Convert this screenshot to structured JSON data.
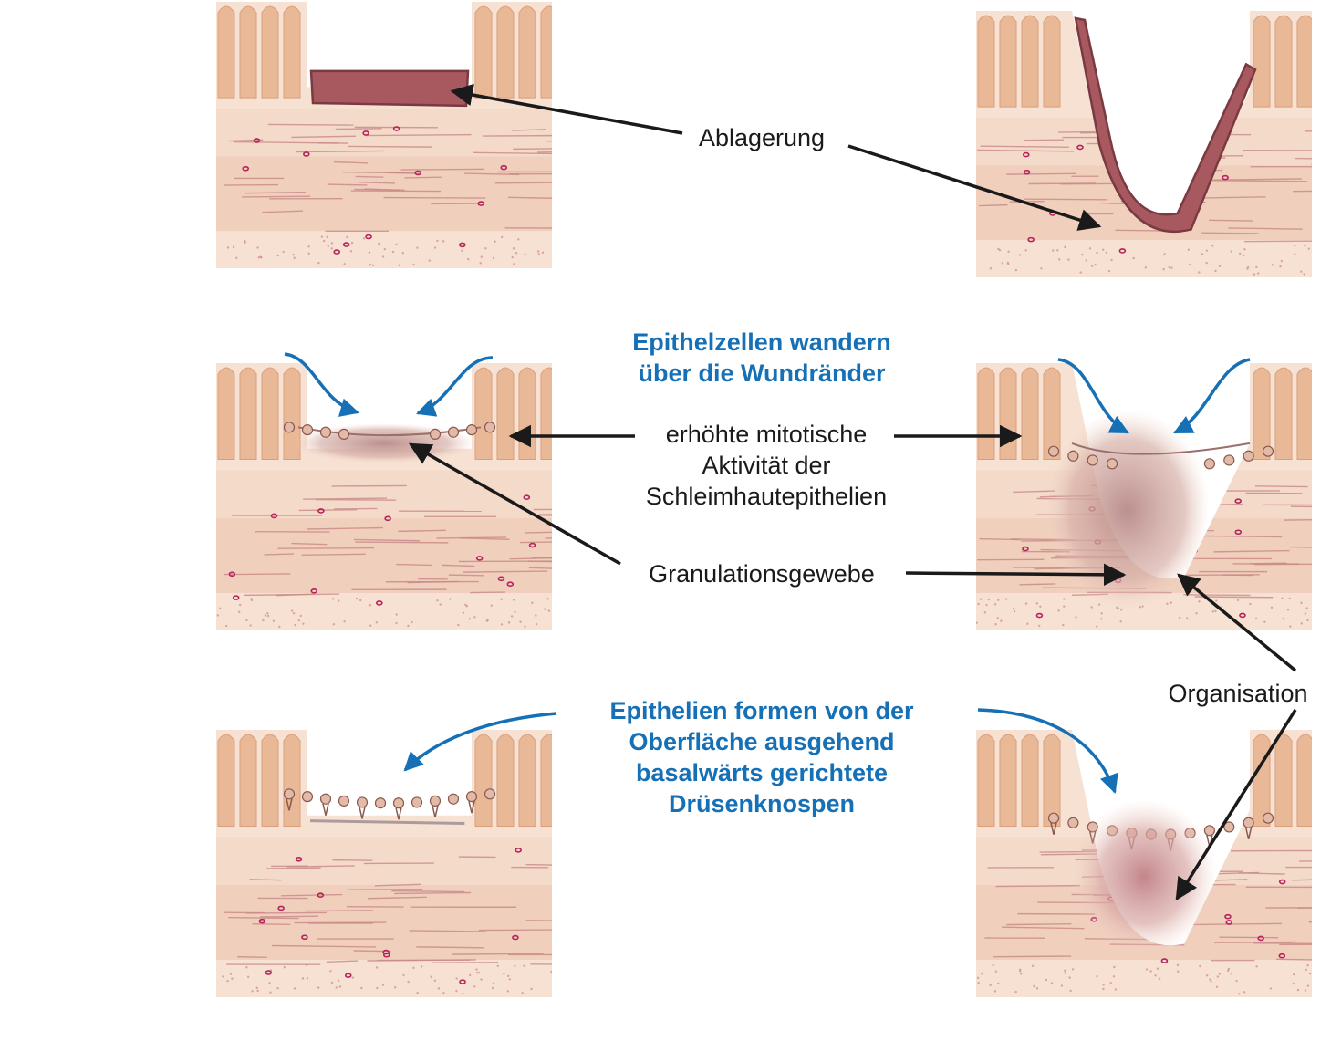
{
  "labels": {
    "deposit": "Ablagerung",
    "epithelial_migration": [
      "Epithelzellen wandern",
      "über die Wundränder"
    ],
    "mitotic_activity": [
      "erhöhte mitotische",
      "Aktivität der",
      "Schleimhautepithelien"
    ],
    "granulation_tissue": "Granulationsgewebe",
    "organisation": "Organisation",
    "gland_buds": [
      "Epithelien formen von der",
      "Oberfläche ausgehend",
      "basalwärts gerichtete",
      "Drüsenknospen"
    ]
  },
  "colors": {
    "tissue_light": "#f7e1d2",
    "tissue_mid": "#f0cfbd",
    "villus": "#e9b896",
    "villus_dark": "#d99f7c",
    "fiber": "#c98a88",
    "vessel": "#b5245c",
    "deposit": "#a8585f",
    "deposit_dark": "#7a3a42",
    "granulation": "#cfa5a0",
    "epithelium_cell": "#e3b9a8",
    "arrow_black": "#1a1a1a",
    "arrow_blue": "#1670b6",
    "text_blue": "#1670b6"
  },
  "panels": [
    {
      "id": "deposit-shallow",
      "defect": "shallow",
      "deposit": true
    },
    {
      "id": "deposit-deep",
      "defect": "deep",
      "deposit": true
    },
    {
      "id": "healing-shallow",
      "defect": "shallow",
      "granulation": true,
      "migration": true
    },
    {
      "id": "healing-deep",
      "defect": "deep",
      "granulation": true,
      "migration": true
    },
    {
      "id": "repair-shallow",
      "defect": "shallow",
      "gland_buds": true
    },
    {
      "id": "repair-deep",
      "defect": "deep",
      "gland_buds": true,
      "scar": true
    }
  ]
}
